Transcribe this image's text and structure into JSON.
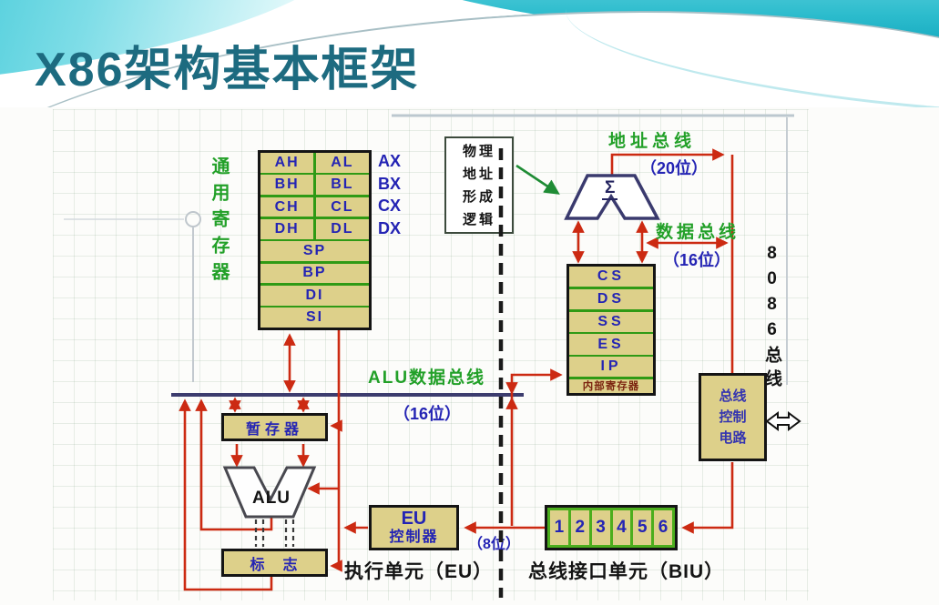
{
  "slide": {
    "title": "X86架构基本框架"
  },
  "registers": {
    "group_label": "通用寄存器",
    "halves": [
      [
        "AH",
        "AL"
      ],
      [
        "BH",
        "BL"
      ],
      [
        "CH",
        "CL"
      ],
      [
        "DH",
        "DL"
      ]
    ],
    "full": [
      "SP",
      "BP",
      "DI",
      "SI"
    ],
    "pair_labels": [
      "AX",
      "BX",
      "CX",
      "DX"
    ]
  },
  "segments": {
    "rows": [
      "CS",
      "DS",
      "SS",
      "ES",
      "IP"
    ],
    "footer": "内部寄存器"
  },
  "phys_box": {
    "l1": "物理",
    "l2": "地址",
    "l3": "形成",
    "l4": "逻辑"
  },
  "adder": {
    "sigma": "Σ"
  },
  "buses": {
    "address_label": "地址总线",
    "address_width": "（20位）",
    "data_label": "数据总线",
    "data_width": "（16位）",
    "alu_label": "ALU数据总线",
    "alu_width": "（16位）",
    "queue_width": "（8位）",
    "bus8086_label": "8086总线"
  },
  "blocks": {
    "temp_reg": "暂存器",
    "alu": "ALU",
    "flags": "标　志",
    "eu_ctrl_1": "EU",
    "eu_ctrl_2": "控制器",
    "bus_ctrl_1": "总线",
    "bus_ctrl_2": "控制",
    "bus_ctrl_3": "电路"
  },
  "queue": {
    "cells": [
      "1",
      "2",
      "3",
      "4",
      "5",
      "6"
    ]
  },
  "captions": {
    "eu": "执行单元（EU）",
    "biu": "总线接口单元（BIU）"
  },
  "colors": {
    "red": "#cc2a12",
    "green_label": "#22a028",
    "navy_text": "#2424b4",
    "box_fill": "#ddd08a",
    "cell_divider": "#2f9a15",
    "bus_line_navy": "#3c3c6e",
    "title_teal": "#1d6b80"
  }
}
